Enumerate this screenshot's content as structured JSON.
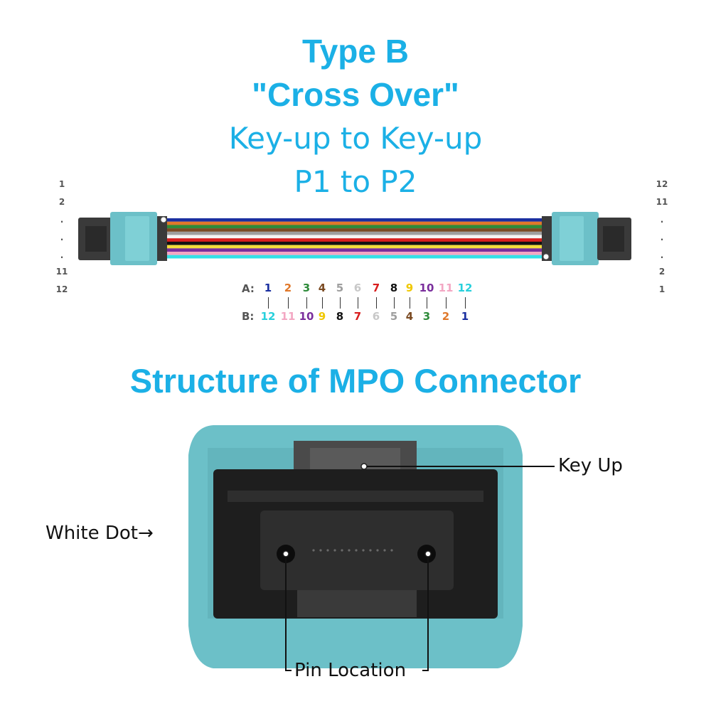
{
  "title": {
    "line1": "Type B",
    "line2": "\"Cross Over\"",
    "line3": "Key-up to Key-up",
    "line4": "P1 to P2"
  },
  "left_pins": [
    "1",
    "2",
    ".",
    ".",
    ".",
    "11",
    "12"
  ],
  "right_pins": [
    "12",
    "11",
    ".",
    ".",
    ".",
    "2",
    "1"
  ],
  "fiber_colors": [
    "#1a2fa0",
    "#e0782a",
    "#2e8b3a",
    "#7a4a22",
    "#9e9e9e",
    "#f4f4f4",
    "#d81e1e",
    "#111111",
    "#f3dc3a",
    "#7a2e9c",
    "#f3a7c3",
    "#34e0e6"
  ],
  "mapping": {
    "row_a_label": "A:",
    "row_b_label": "B:",
    "a": [
      "1",
      "2",
      "3",
      "4",
      "5",
      "6",
      "7",
      "8",
      "9",
      "10",
      "11",
      "12"
    ],
    "b": [
      "12",
      "11",
      "10",
      "9",
      "8",
      "7",
      "6",
      "5",
      "4",
      "3",
      "2",
      "1"
    ],
    "a_colors": [
      "#1a2fa0",
      "#e0782a",
      "#2e8b3a",
      "#7a4a22",
      "#9e9e9e",
      "#c8c8c8",
      "#d81e1e",
      "#111111",
      "#f0c800",
      "#7a2e9c",
      "#f3a7c3",
      "#27d0dc"
    ],
    "b_colors": [
      "#1a2fa0",
      "#e0782a",
      "#2e8b3a",
      "#7a4a22",
      "#9e9e9e",
      "#c8c8c8",
      "#d81e1e",
      "#111111",
      "#f0c800",
      "#7a2e9c",
      "#f3a7c3",
      "#27d0dc"
    ]
  },
  "heading2": "Structure of MPO Connector",
  "labels": {
    "key_up": "Key Up",
    "white_dot": "White Dot",
    "white_dot_arrow": "→",
    "pin_location": "Pin Location"
  },
  "colors": {
    "accent": "#1bb0e6",
    "aqua_housing": "#6cc0c8",
    "dark_body": "#2a2a2a"
  }
}
